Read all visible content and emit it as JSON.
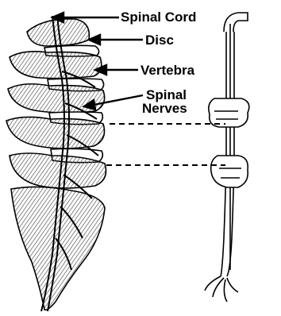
{
  "labels": {
    "spinal_cord": "Spinal Cord",
    "disc": "Disc",
    "vertebra": "Vertebra",
    "spinal_nerves_line1": "Spinal",
    "spinal_nerves_line2": "Nerves"
  },
  "colors": {
    "ink": "#000000",
    "bone_shade": "#9a9a9a",
    "bone_light": "#e6e6e6",
    "background": "#ffffff"
  }
}
